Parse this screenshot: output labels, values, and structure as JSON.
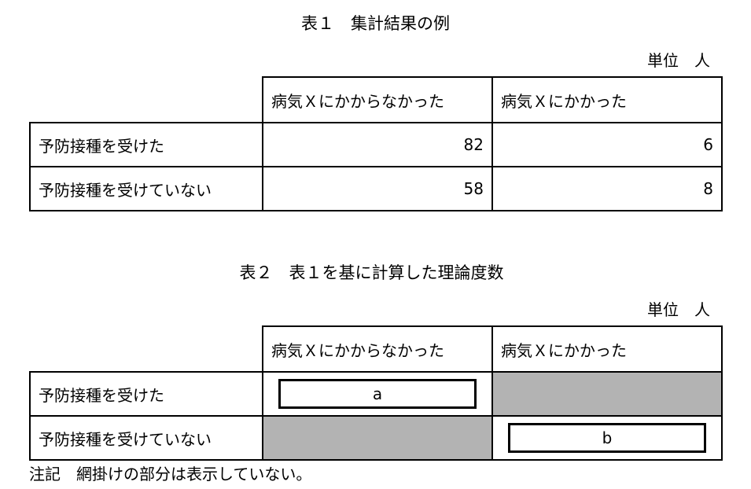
{
  "table1": {
    "title": "表１　集計結果の例",
    "unit": "単位　人",
    "col_headers": [
      "病気Ｘにかからなかった",
      "病気Ｘにかかった"
    ],
    "rows": [
      {
        "label": "予防接種を受けた",
        "values": [
          "82",
          "6"
        ]
      },
      {
        "label": "予防接種を受けていない",
        "values": [
          "58",
          "8"
        ]
      }
    ]
  },
  "table2": {
    "title": "表２　表１を基に計算した理論度数",
    "unit": "単位　人",
    "col_headers": [
      "病気Ｘにかからなかった",
      "病気Ｘにかかった"
    ],
    "rows": [
      {
        "label": "予防接種を受けた",
        "cells": [
          "a",
          ""
        ]
      },
      {
        "label": "予防接種を受けていない",
        "cells": [
          "",
          "b"
        ]
      }
    ],
    "shade_color": "#b3b3b3"
  },
  "note": "注記　網掛けの部分は表示していない。"
}
